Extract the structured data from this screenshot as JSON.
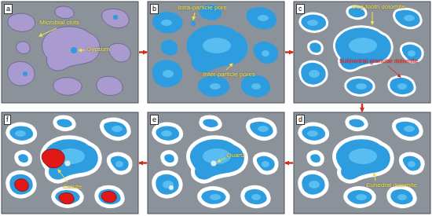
{
  "diagram": {
    "nodes": [
      {
        "text": [
          "a",
          "Microbial clots",
          "Gypsum"
        ]
      },
      {
        "text": [
          "b",
          "Intra-particle pore",
          "Inter-particle pores"
        ]
      },
      {
        "text": [
          "c",
          "Dog-tooth dolomite",
          "Subhedral granular dolomite"
        ]
      },
      {
        "text": [
          "d",
          "Euhedral dolomite"
        ]
      },
      {
        "text": [
          "e",
          "Quartz"
        ]
      },
      {
        "text": [
          "f",
          "Calcite"
        ]
      }
    ],
    "edges": [
      {
        "from": 0,
        "to": 1,
        "arrow": "to"
      },
      {
        "from": 1,
        "to": 2,
        "arrow": "to"
      },
      {
        "from": 2,
        "to": 3,
        "arrow": "to"
      },
      {
        "from": 3,
        "to": 4,
        "arrow": "to"
      },
      {
        "from": 4,
        "to": 5,
        "arrow": "to"
      }
    ]
  }
}
